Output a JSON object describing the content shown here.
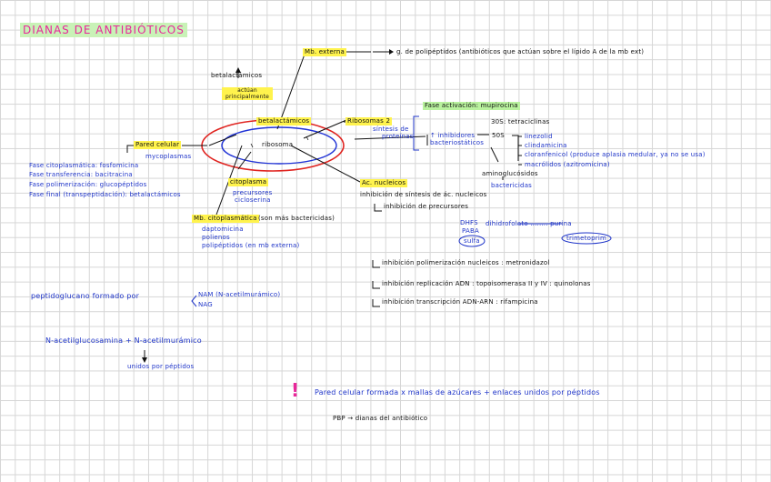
{
  "title": "DIANAS DE ANTIBIÓTICOS",
  "membrana": {
    "label": "Mb. externa",
    "desc": "g. de polipéptidos (antibióticos que actúan sobre el lípido A de la mb ext)"
  },
  "left_top": {
    "top": "betalactámicos",
    "mid": "actúan principalmente"
  },
  "cell": {
    "wall_label": "betalactámicos",
    "inner_label": "ribosoma"
  },
  "pared": {
    "label": "Pared celular",
    "sub": "mycoplasmas",
    "phases": [
      "Fase citoplasmática: fosfomicina",
      "Fase transferencia: bacitracina",
      "Fase polimerización: glucopéptidos",
      "Fase final (transpeptidación): betalactámicos"
    ]
  },
  "citoplasma": {
    "label": "citoplasma",
    "sub1": "precursores",
    "sub2": "cicloserina"
  },
  "mb_cito": {
    "label": "Mb. citoplasmática",
    "note": "(son más bactericidas)",
    "items": [
      "daptomicina",
      "polienos",
      "polipéptidos (en mb externa)"
    ]
  },
  "ribosomas": {
    "label": "Ribosomas 2",
    "sub1": "síntesis de",
    "sub2": "proteínas"
  },
  "proteinas": {
    "fase": "Fase activación: mupirocina",
    "inhib_a": "↑ inhibidores",
    "inhib_b": "bacteriostáticos",
    "s30": "30S: tetraciclinas",
    "s50": "50S",
    "s50_items": [
      "linezolid",
      "clindamicina",
      "cloranfenicol (produce aplasia medular, ya no se usa)",
      "macrólidos (azitromicina)"
    ],
    "amino_a": "aminoglucósidos",
    "amino_b": "bactericidas"
  },
  "acnuc": {
    "label": "Ac. nucleicos",
    "desc": "inhibición de síntesis de ác. nucleicos",
    "prec": "inhibición de precursores",
    "dhfs": "DHFS",
    "paba": "PABA",
    "sulfa": "sulfa",
    "dhfr": "dihidrofolato ........ purina",
    "trimet": "trimetoprim",
    "row1": "inhibición polimerización nucleicos : metronidazol",
    "row2": "inhibición replicación ADN : topoisomerasa II y IV : quinolonas",
    "row3": "inhibición transcripción ADN-ARN : rifampicina"
  },
  "peptido": {
    "lead": "peptidoglucano formado por",
    "nam": "NAM (N-acetilmurámico)",
    "nag": "NAG",
    "nag_line": "N-acetilglucosamina + N-acetilmurámico",
    "union": "unidos por péptidos"
  },
  "nota": {
    "mark": "!",
    "text": "Pared celular formada x mallas de azúcares + enlaces unidos por péptidos",
    "pbp": "PBP → dianas del antibiótico"
  }
}
